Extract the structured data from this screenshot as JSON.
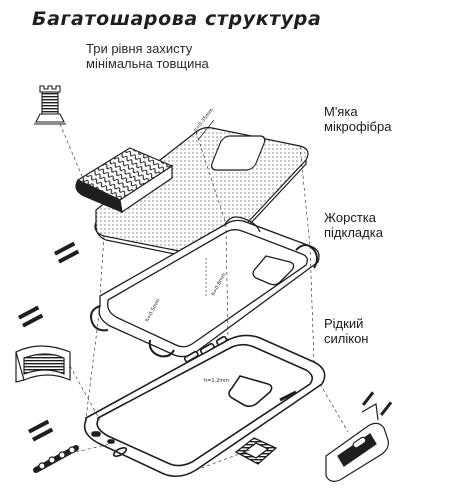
{
  "title": "Багатошарова структура",
  "subtitle": {
    "line1": "Три рівня захисту",
    "line2": "мінімальна товщина"
  },
  "layers": [
    {
      "line1": "М'яка",
      "line2": "мікрофібра",
      "icon": "microfiber-layer"
    },
    {
      "line1": "Жорстка",
      "line2": "підкладка",
      "icon": "hard-shell-layer"
    },
    {
      "line1": "Рідкий",
      "line2": "силікон",
      "icon": "silicone-layer"
    }
  ],
  "colors": {
    "line": "#1f1f1f",
    "background": "#ffffff",
    "dots": "#7a7a7a"
  }
}
